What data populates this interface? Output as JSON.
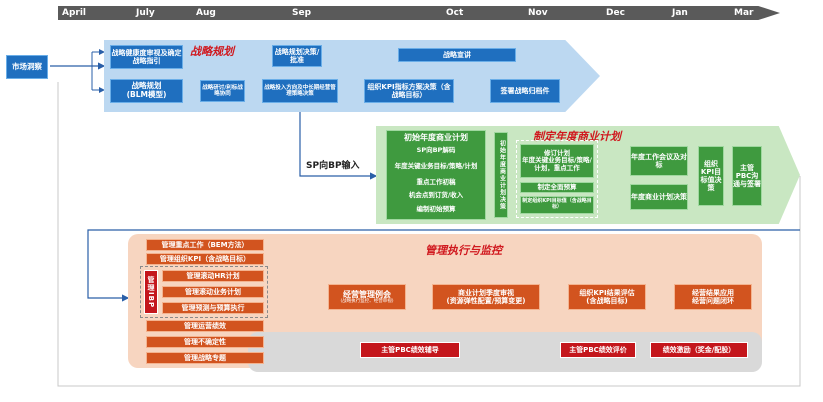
{
  "timeline": {
    "months": [
      "April",
      "July",
      "Aug",
      "Sep",
      "Oct",
      "Nov",
      "Dec",
      "Jan",
      "Mar"
    ]
  },
  "market": {
    "label": "市场洞察"
  },
  "strategy": {
    "title": "战略规划",
    "health_review": "战略健康度审视及确定战略指引",
    "blm": "战略规划\n(BLM模型)",
    "interview": "战略研讨/利标战略协同",
    "decision": "战略规划决策/批准",
    "input_mid": "战略投入方向及中长期经营管理策略决策",
    "announce": "战略宣讲",
    "kpi_plan": "组织KPI指标方案决策（含战略目标）",
    "sign": "签署战略归档件"
  },
  "sp_input": "SP向BP输入",
  "bp": {
    "title": "制定年度商业计划",
    "initial_title": "初始年度商业计划",
    "initial_items": [
      "SP向BP解码",
      "年度关键业务目标/策略/计划",
      "重点工作初稿",
      "机会点到订货/收入",
      "编制初始预算"
    ],
    "vertical_label": "初始年度商业计划决策",
    "revise_items": [
      "修订计划\n年度关键业务目标/策略/计划，重点工作",
      "制定全面预算",
      "制定组织KPI目标值（含战略目标）"
    ],
    "annual_meeting": "年度工作会议及对标",
    "annual_decision": "年度商业计划决策",
    "kpi_value": "组织KPI目标值决策",
    "pbc": "主管PBC沟通与签署"
  },
  "execution": {
    "title": "管理执行与监控",
    "mgmt_ibp": "管理IBP",
    "left_items": [
      "管理重点工作（BEM方法）",
      "管理组织KPI（含战略目标）",
      "管理滚动HR计划",
      "管理滚动业务计划",
      "管理预测与预算执行",
      "管理运营绩效",
      "管理不确定性",
      "管理战略专题"
    ],
    "meeting": "经营管理例会",
    "meeting_sub": "(战略执行监控、经营审视)",
    "review": "商业计划季度审视\n(资源弹性配置/预算变更)",
    "kpi_eval": "组织KPI结果评估\n(含战略目标)",
    "apply": "经营结果应用\n经营问题闭环",
    "pbc_coach": "主管PBC绩效辅导",
    "pbc_eval": "主管PBC绩效评价",
    "incentive": "绩效激励（奖金/配股）"
  },
  "colors": {
    "timeline": "#5a5a5a",
    "strategy_band": "#bcd8f1",
    "bp_band": "#c9e7c2",
    "exec_band": "#f7d5c0",
    "blue_box": "#1f6fbf",
    "green_box": "#3f9a3f",
    "orange_box": "#d2541f",
    "red_box": "#c4161c",
    "title_red": "#d0181e"
  }
}
